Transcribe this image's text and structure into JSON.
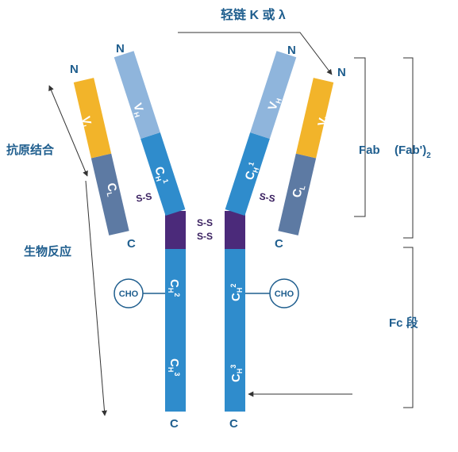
{
  "labels": {
    "light_chain": "轻链 K 或 λ",
    "antigen_binding": "抗原结合",
    "biological_reaction": "生物反应",
    "fab": "Fab",
    "fab_prime": "(Fab')",
    "fab_prime_sub": "2",
    "fc": "Fc 段",
    "n": "N",
    "c": "C",
    "cho": "CHO",
    "ss": "S-S"
  },
  "domains": {
    "vh": "V",
    "vh_sub": "H",
    "vl": "V",
    "vl_sub": "L",
    "ch1": "C",
    "ch1_sub": "H",
    "ch1_sup": "1",
    "cl": "C",
    "cl_sub": "L",
    "ch2": "C",
    "ch2_sub": "H",
    "ch2_sup": "2",
    "ch3": "C",
    "ch3_sub": "H",
    "ch3_sup": "3"
  },
  "colors": {
    "vh": "#8fb5dc",
    "vl": "#f2b42a",
    "ch": "#2f8ccc",
    "cl": "#5d7aa3",
    "hinge": "#4b2a7a",
    "text": "#1f5e8e",
    "line": "#333333"
  }
}
